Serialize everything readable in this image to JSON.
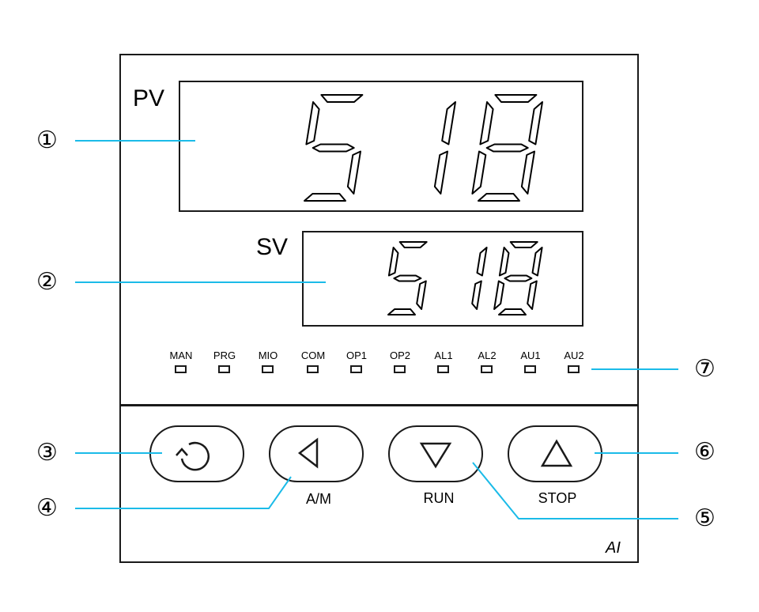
{
  "display": {
    "pv_label": "PV",
    "pv_value": "518",
    "sv_label": "SV",
    "sv_value": "518",
    "segment_color": "#000000"
  },
  "indicators": [
    "MAN",
    "PRG",
    "MIO",
    "COM",
    "OP1",
    "OP2",
    "AL1",
    "AL2",
    "AU1",
    "AU2"
  ],
  "keys": {
    "set_icon": "rotate-arrow-icon",
    "left_icon": "triangle-left-icon",
    "left_label": "A/M",
    "down_icon": "triangle-down-icon",
    "down_label": "RUN",
    "up_icon": "triangle-up-icon",
    "up_label": "STOP"
  },
  "callouts": {
    "c1": "①",
    "c2": "②",
    "c3": "③",
    "c4": "④",
    "c5": "⑤",
    "c6": "⑥",
    "c7": "⑦",
    "line_color": "#1bbbe8"
  },
  "brand": "AI"
}
